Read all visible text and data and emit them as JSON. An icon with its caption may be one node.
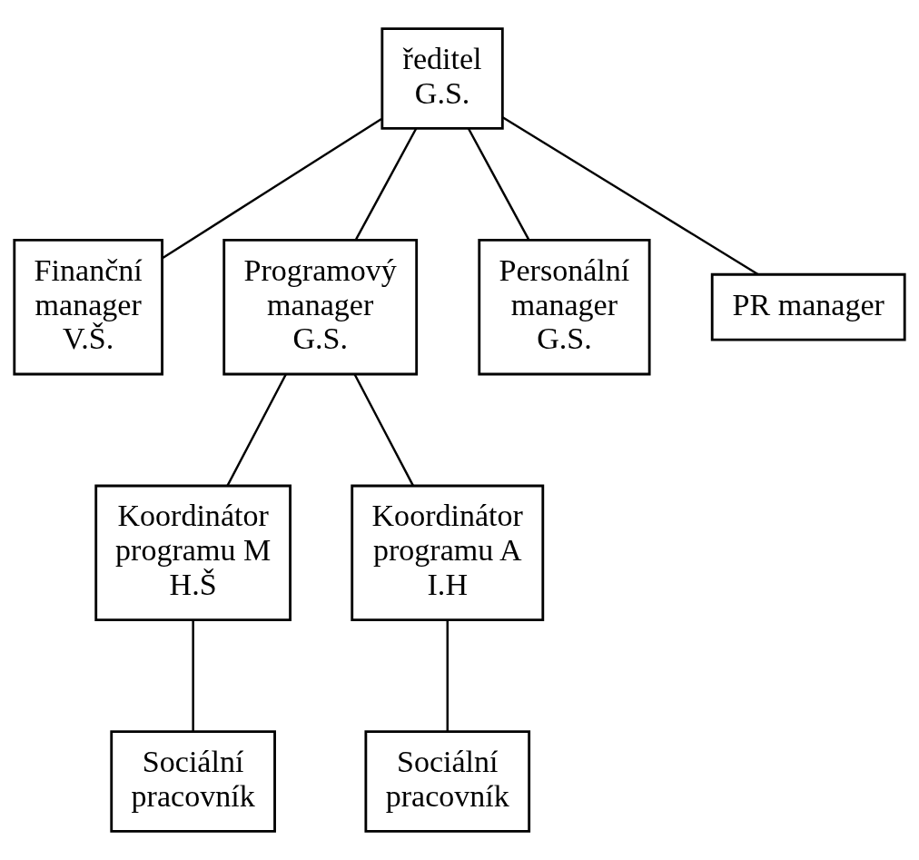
{
  "diagram": {
    "nodes": [
      {
        "text": [
          "ředitel",
          "G.S."
        ]
      },
      {
        "text": [
          "Finanční manager",
          "V.Š."
        ]
      },
      {
        "text": [
          "Programový manager",
          "G.S."
        ]
      },
      {
        "text": [
          "Personální manager",
          "G.S."
        ]
      },
      {
        "text": [
          "PR manager"
        ]
      },
      {
        "text": [
          "Koordinátor programu M",
          "H.Š"
        ]
      },
      {
        "text": [
          "Koordinátor programu A",
          "I.H"
        ]
      },
      {
        "text": [
          "Sociální pracovník"
        ]
      },
      {
        "text": [
          "Sociální pracovník"
        ]
      }
    ],
    "edges": [
      {
        "from": 0,
        "to": 1,
        "arrow": "none"
      },
      {
        "from": 0,
        "to": 2,
        "arrow": "none"
      },
      {
        "from": 0,
        "to": 3,
        "arrow": "none"
      },
      {
        "from": 0,
        "to": 4,
        "arrow": "none"
      },
      {
        "from": 2,
        "to": 5,
        "arrow": "none"
      },
      {
        "from": 2,
        "to": 6,
        "arrow": "none"
      },
      {
        "from": 5,
        "to": 7,
        "arrow": "none"
      },
      {
        "from": 6,
        "to": 8,
        "arrow": "none"
      }
    ]
  }
}
